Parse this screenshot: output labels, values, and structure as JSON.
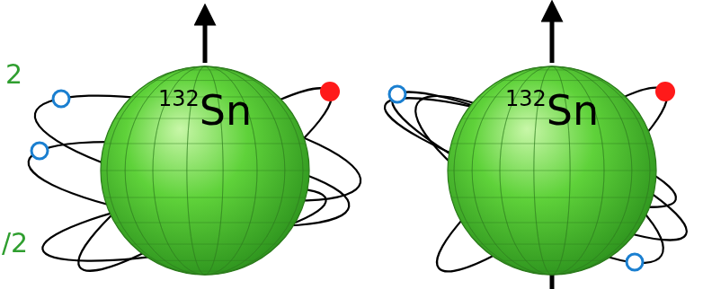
{
  "diagram": {
    "nodes": [
      {
        "text": [
          "132Sn"
        ]
      },
      {
        "text": [
          "132Sn"
        ]
      }
    ],
    "labels": [
      "2",
      "/2"
    ]
  }
}
